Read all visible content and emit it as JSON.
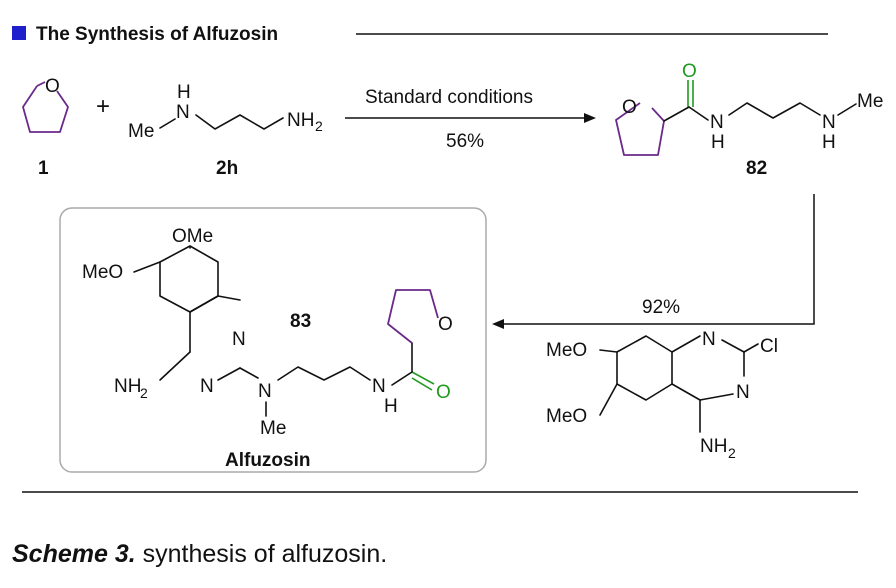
{
  "header": {
    "title": "The Synthesis of Alfuzosin",
    "marker_color": "#1f1fcc"
  },
  "reaction1": {
    "plus": "+",
    "reagent_condition": "Standard conditions",
    "yield": "56%",
    "compound1_label": "1",
    "compound2h_label": "2h",
    "compound82_label": "82"
  },
  "reaction2": {
    "yield": "92%",
    "product_label": "83",
    "product_name": "Alfuzosin"
  },
  "atoms": {
    "O": "O",
    "N": "N",
    "H": "H",
    "Me": "Me",
    "NH2": "NH",
    "sub2": "2",
    "OMe": "OMe",
    "MeO": "MeO",
    "Cl": "Cl"
  },
  "caption": {
    "label": "Scheme 3.",
    "text": " synthesis of alfuzosin."
  },
  "colors": {
    "ring": "#6a2a8a",
    "carbonyl": "#1f9a1f",
    "box_border": "#aaaaaa"
  }
}
